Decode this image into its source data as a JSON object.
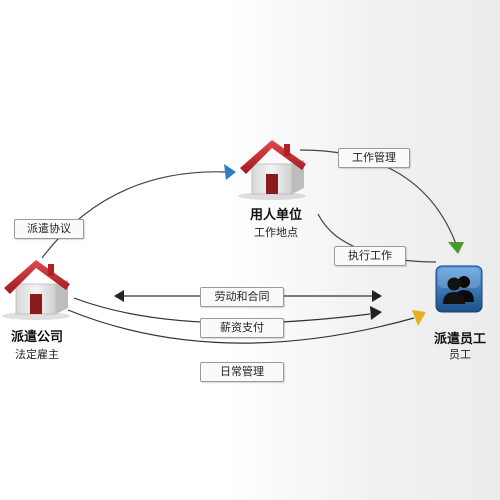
{
  "nodes": {
    "client": {
      "title": "用人单位",
      "subtitle": "工作地点"
    },
    "agency": {
      "title": "派遣公司",
      "subtitle": "法定雇主"
    },
    "employee": {
      "title": "派遣员工",
      "subtitle": "员工"
    }
  },
  "relations": {
    "dispatch_agreement": "派遣协议",
    "work_management": "工作管理",
    "perform_work": "执行工作",
    "labor_contract": "劳动和合同",
    "salary_payment": "薪资支付",
    "daily_management": "日常管理"
  },
  "colors": {
    "roof": "#c0282d",
    "house_wall": "#e8e8e8",
    "employee_icon": "#2a6cb0",
    "arrow_blue": "#2a7fc0",
    "arrow_green": "#4a9a2a",
    "arrow_yellow": "#e8b020",
    "line": "#333333"
  },
  "icons": {
    "house": "house-icon",
    "employee": "people-icon"
  }
}
